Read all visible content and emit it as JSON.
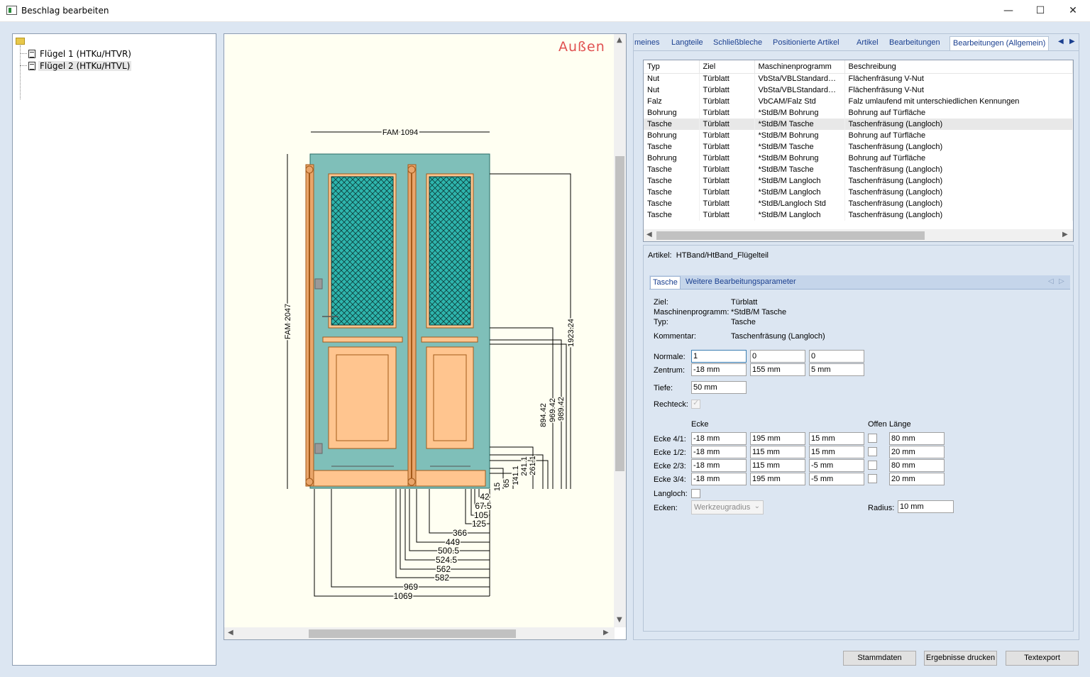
{
  "window": {
    "title": "Beschlag bearbeiten",
    "minimize": "—",
    "maximize": "☐",
    "close": "✕"
  },
  "tree": {
    "items": [
      {
        "label": "Flügel 1 (HTKu/HTVR)",
        "selected": false
      },
      {
        "label": "Flügel 2 (HTKu/HTVL)",
        "selected": true
      }
    ]
  },
  "drawing": {
    "side_label": "Außen",
    "dimensions": {
      "top": "FAM 1094",
      "left": "FAM 2047",
      "right_vertical": [
        "1923.24",
        "894.42",
        "969.42",
        "989.42",
        "141.1",
        "241.1",
        "261.1",
        "15",
        "65"
      ],
      "bottom": [
        "42",
        "67.5",
        "105",
        "125",
        "366",
        "449",
        "500.5",
        "524.5",
        "562",
        "582",
        "969",
        "1069"
      ]
    },
    "colors": {
      "door": "#7fbfb9",
      "panel": "#ffc58f",
      "frame": "#a35a1a",
      "glass": "#2eb5ad"
    }
  },
  "tabs": {
    "items": [
      "meines",
      "Langteile",
      "Schließbleche",
      "Positionierte Artikel",
      "Artikel",
      "Bearbeitungen",
      "Bearbeitungen (Allgemein)"
    ],
    "active": "Bearbeitungen (Allgemein)"
  },
  "grid": {
    "columns": [
      "Typ",
      "Ziel",
      "Maschinenprogramm",
      "Beschreibung"
    ],
    "rows": [
      [
        "Nut",
        "Türblatt",
        "VbSta/VBLStandardGr...",
        "Flächenfräsung V-Nut"
      ],
      [
        "Nut",
        "Türblatt",
        "VbSta/VBLStandardGr...",
        "Flächenfräsung V-Nut"
      ],
      [
        "Falz",
        "Türblatt",
        "VbCAM/Falz Std",
        "Falz umlaufend mit unterschiedlichen Kennungen"
      ],
      [
        "Bohrung",
        "Türblatt",
        "*StdB/M Bohrung",
        "Bohrung auf Türfläche"
      ],
      [
        "Tasche",
        "Türblatt",
        "*StdB/M Tasche",
        "Taschenfräsung (Langloch)"
      ],
      [
        "Bohrung",
        "Türblatt",
        "*StdB/M Bohrung",
        "Bohrung auf Türfläche"
      ],
      [
        "Tasche",
        "Türblatt",
        "*StdB/M Tasche",
        "Taschenfräsung (Langloch)"
      ],
      [
        "Bohrung",
        "Türblatt",
        "*StdB/M Bohrung",
        "Bohrung auf Türfläche"
      ],
      [
        "Tasche",
        "Türblatt",
        "*StdB/M Tasche",
        "Taschenfräsung (Langloch)"
      ],
      [
        "Tasche",
        "Türblatt",
        "*StdB/M Langloch",
        "Taschenfräsung (Langloch)"
      ],
      [
        "Tasche",
        "Türblatt",
        "*StdB/M Langloch",
        "Taschenfräsung (Langloch)"
      ],
      [
        "Tasche",
        "Türblatt",
        "*StdB/Langloch Std",
        "Taschenfräsung (Langloch)"
      ],
      [
        "Tasche",
        "Türblatt",
        "*StdB/M Langloch",
        "Taschenfräsung (Langloch)"
      ]
    ],
    "selected_row": 4
  },
  "detail": {
    "artikel_label": "Artikel:",
    "artikel_value": "HTBand/HtBand_Flügelteil",
    "subtabs": [
      "Tasche",
      "Weitere Bearbeitungsparameter"
    ],
    "ziel_label": "Ziel:",
    "ziel": "Türblatt",
    "programm_label": "Maschinenprogramm:",
    "programm": "*StdB/M Tasche",
    "typ_label": "Typ:",
    "typ": "Tasche",
    "kommentar_label": "Kommentar:",
    "kommentar": "Taschenfräsung (Langloch)",
    "normale_label": "Normale:",
    "normale": [
      "1",
      "0",
      "0"
    ],
    "zentrum_label": "Zentrum:",
    "zentrum": [
      "-18 mm",
      "155 mm",
      "5 mm"
    ],
    "tiefe_label": "Tiefe:",
    "tiefe": "50 mm",
    "rechteck_label": "Rechteck:",
    "ecke_header": "Ecke",
    "offen_header": "Offen",
    "laenge_header": "Länge",
    "ecken": [
      {
        "label": "Ecke 4/1:",
        "values": [
          "-18 mm",
          "195 mm",
          "15 mm"
        ],
        "laenge": "80 mm"
      },
      {
        "label": "Ecke 1/2:",
        "values": [
          "-18 mm",
          "115 mm",
          "15 mm"
        ],
        "laenge": "20 mm"
      },
      {
        "label": "Ecke 2/3:",
        "values": [
          "-18 mm",
          "115 mm",
          "-5 mm"
        ],
        "laenge": "80 mm"
      },
      {
        "label": "Ecke 3/4:",
        "values": [
          "-18 mm",
          "195 mm",
          "-5 mm"
        ],
        "laenge": "20 mm"
      }
    ],
    "langloch_label": "Langloch:",
    "ecken_label": "Ecken:",
    "ecken_select": "Werkzeugradius",
    "radius_label": "Radius:",
    "radius": "10 mm"
  },
  "buttons": {
    "stammdaten": "Stammdaten",
    "drucken": "Ergebnisse drucken",
    "textexport": "Textexport"
  }
}
